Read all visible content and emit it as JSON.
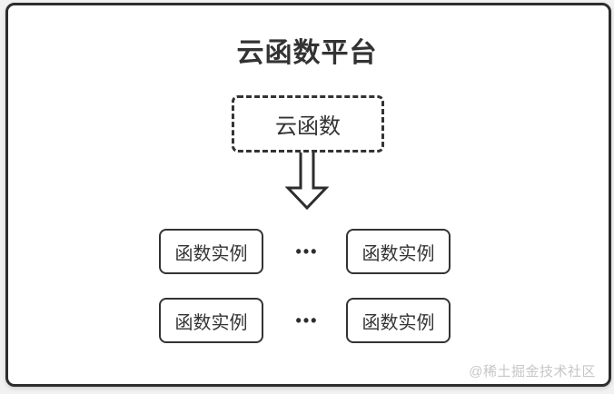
{
  "diagram": {
    "title": "云函数平台",
    "cloud_function_node": {
      "label": "云函数"
    },
    "instance_rows": [
      {
        "left": "函数实例",
        "dots": "•••",
        "right": "函数实例"
      },
      {
        "left": "函数实例",
        "dots": "•••",
        "right": "函数实例"
      }
    ],
    "watermark": "@稀土掘金技术社区",
    "colors": {
      "ink": "#333333",
      "frame_border": "#2d2d2d",
      "page_background": "#f1f1f1",
      "node_background": "#ffffff",
      "watermark_text": "#c6c6c6"
    }
  }
}
